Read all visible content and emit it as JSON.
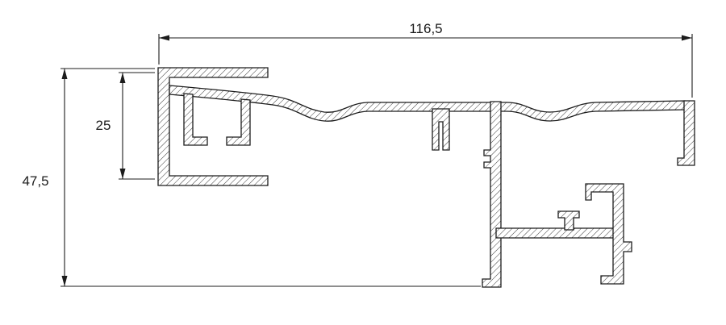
{
  "drawing": {
    "type": "technical-cross-section",
    "colors": {
      "line": "#1c1c1c",
      "background": "#ffffff"
    },
    "dimensions": {
      "top_width": "116,5",
      "inner_height": "25",
      "total_height": "47,5"
    }
  }
}
